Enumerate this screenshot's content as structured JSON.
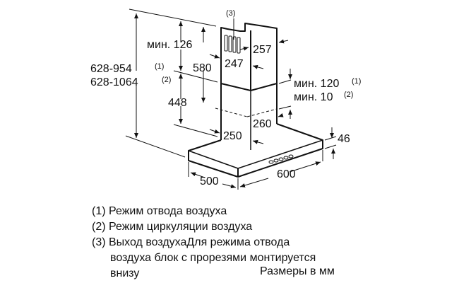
{
  "diagram": {
    "labels": {
      "vent_marker": "(3)",
      "min_top": "мин. 126",
      "total_height_1": "628-954",
      "total_height_1_note": "(1)",
      "total_height_2": "628-1064",
      "total_height_2_note": "(2)",
      "upper_chimney": "580",
      "lower_height": "448",
      "upper_depth": "257",
      "upper_width": "247",
      "min_gap_1": "мин. 120",
      "min_gap_1_note": "(1)",
      "min_gap_2": "мин. 10",
      "min_gap_2_note": "(2)",
      "lower_depth": "260",
      "lower_width": "250",
      "canopy_height": "46",
      "canopy_depth": "500",
      "canopy_width": "600"
    }
  },
  "legend": {
    "items": [
      "(1) Режим отвода воздуха",
      "(2) Режим циркуляции воздуха",
      "(3) Выход воздухаДля режима отвода",
      "воздуха блок с прорезями монтируется",
      "внизу"
    ],
    "units": "Размеры в мм"
  }
}
